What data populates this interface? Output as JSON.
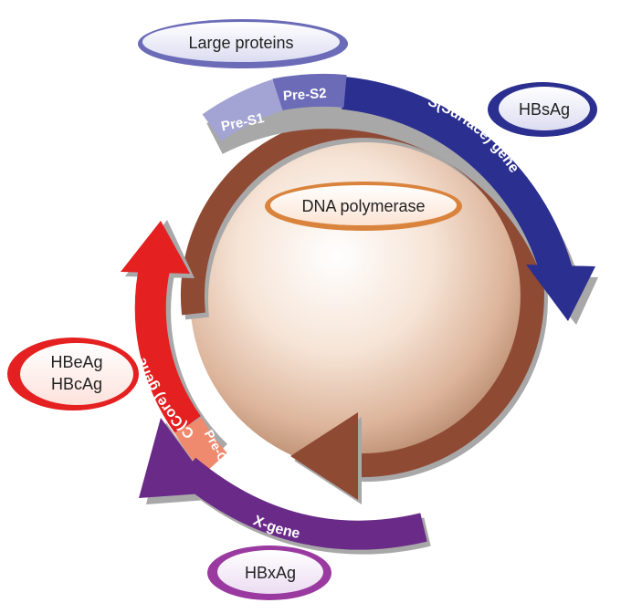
{
  "genes": {
    "s_gene": "S(Surface) gene",
    "pre_s1": "Pre-S1",
    "pre_s2": "Pre-S2",
    "core_gene": "C(Core) gene",
    "pre_c": "Pre-C",
    "x_gene": "X-gene"
  },
  "products": {
    "large_proteins": "Large proteins",
    "hbsag": "HBsAg",
    "dna_polymerase": "DNA polymerase",
    "hbeag": "HBeAg",
    "hbcag": "HBcAg",
    "hbxag": "HBxAg"
  },
  "colors": {
    "s_gene": "#2b2f8f",
    "pre_s2": "#6b6bb8",
    "pre_s1": "#a4a4d4",
    "core_gene": "#e42020",
    "pre_c": "#ef8a6e",
    "x_gene": "#6a2a88",
    "polymerase": "#8f4a34",
    "shadow": "#a8a8a8"
  }
}
